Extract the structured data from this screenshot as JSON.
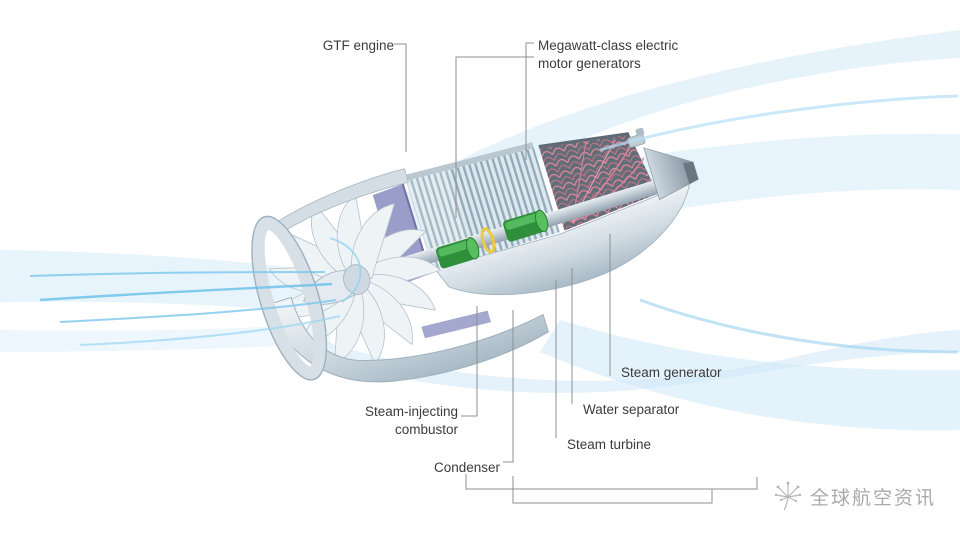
{
  "labels": {
    "gtf_engine": "GTF engine",
    "motor_generators_line1": "Megawatt-class electric",
    "motor_generators_line2": "motor generators",
    "steam_generator": "Steam generator",
    "water_separator": "Water separator",
    "steam_turbine": "Steam turbine",
    "combustor_line1": "Steam-injecting",
    "combustor_line2": "combustor",
    "condenser": "Condenser"
  },
  "watermark": {
    "text": "全球航空资讯"
  },
  "colors": {
    "text": "#3b3b3b",
    "line": "#8b9096",
    "purple": "#9a9dc9",
    "green": "#3fae49",
    "pink": "#e2849a",
    "yellow": "#edc93f",
    "flow": "#cfe8f8",
    "metal": "#c9d5dd"
  }
}
